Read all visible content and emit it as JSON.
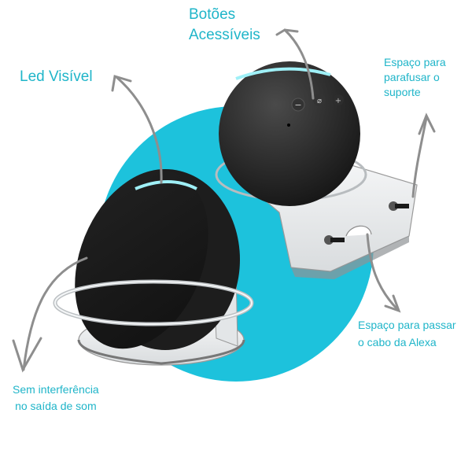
{
  "colors": {
    "accent_text": "#1fb5c9",
    "backdrop_circle": "#1dc2dc",
    "arrow": "#8e8e8e",
    "speaker_body": "#2a2a2a",
    "led_ring": "#9ff0f7",
    "acrylic": "#e9ecee"
  },
  "labels": {
    "buttons": [
      "Botões",
      "Acessíveis"
    ],
    "led": "Led Visível",
    "screw": [
      "Espaço para",
      "parafusar o",
      "suporte"
    ],
    "cable": [
      "Espaço para passar",
      "o cabo da Alexa"
    ],
    "sound": [
      "Sem interferência",
      "no saída de som"
    ]
  },
  "speaker_buttons": {
    "minus": "−",
    "mic_off": "⌀",
    "plus": "+"
  },
  "arrows": [
    {
      "name": "arrow-to-buttons",
      "target": "buttons-label"
    },
    {
      "name": "arrow-to-led",
      "target": "led-label"
    },
    {
      "name": "arrow-to-screw",
      "target": "screw-label"
    },
    {
      "name": "arrow-to-cable",
      "target": "cable-label"
    },
    {
      "name": "arrow-to-sound",
      "target": "sound-label"
    }
  ]
}
